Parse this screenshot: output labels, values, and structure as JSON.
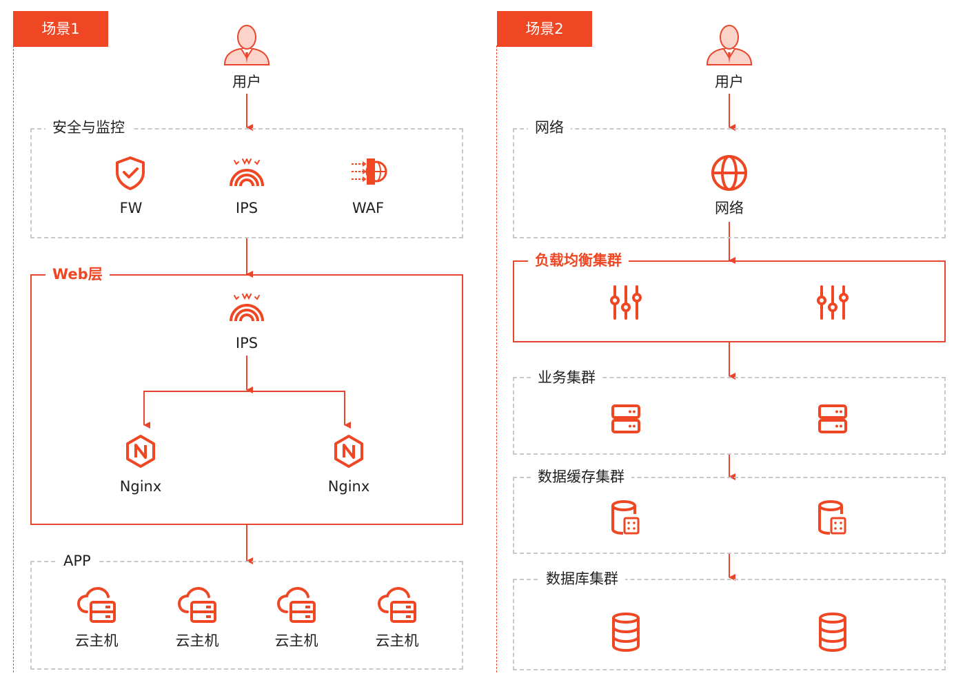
{
  "scenario1": {
    "tag": "场景1",
    "user_label": "用户",
    "security_box": {
      "title": "安全与监控",
      "items": [
        "FW",
        "IPS",
        "WAF"
      ]
    },
    "web_box": {
      "title": "Web层",
      "ips_label": "IPS",
      "nginx_labels": [
        "Nginx",
        "Nginx"
      ]
    },
    "app_box": {
      "title": "APP",
      "items": [
        "云主机",
        "云主机",
        "云主机",
        "云主机"
      ]
    }
  },
  "scenario2": {
    "tag": "场景2",
    "user_label": "用户",
    "network_box": {
      "title": "网络",
      "item_label": "网络"
    },
    "lb_box": {
      "title": "负载均衡集群"
    },
    "business_box": {
      "title": "业务集群"
    },
    "cache_box": {
      "title": "数据缓存集群"
    },
    "db_box": {
      "title": "数据库集群"
    }
  },
  "colors": {
    "accent": "#ef4623",
    "dashed_border": "#c8c8c8"
  }
}
